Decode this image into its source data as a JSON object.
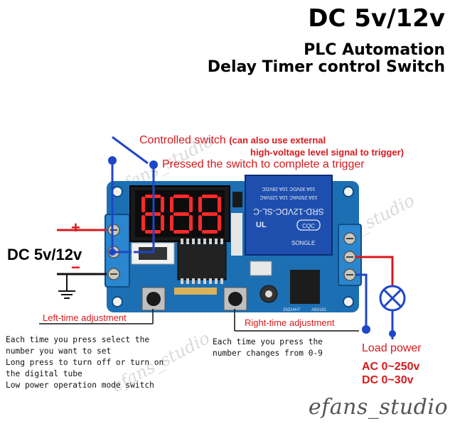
{
  "header": {
    "title": "DC 5v/12v",
    "subtitle_line1": "PLC Automation",
    "subtitle_line2": "Delay Timer control Switch"
  },
  "annotations": {
    "controlled_switch": "Controlled switch",
    "controlled_switch_note_1": "(can also use external",
    "controlled_switch_note_2": "high-voltage level signal to trigger)",
    "pressed_switch": "Pressed the switch to complete a trigger",
    "power_input": "DC 5v/12v",
    "plus": "+",
    "minus": "−",
    "left_time": "Left-time adjustment",
    "right_time": "Right-time adjustment",
    "left_desc": [
      "Each time you press select the",
      "number you want to set",
      "Long press to turn off or turn on",
      "the digital tube",
      "Low power operation mode switch"
    ],
    "right_desc": [
      "Each time you press the",
      "number changes from 0-9"
    ],
    "load_power": "Load power",
    "load_ac": "AC 0~250v",
    "load_dc": "DC 0~30v"
  },
  "board": {
    "display_digits": "888",
    "relay_model": "SRD-12VDC-SL-C",
    "relay_line1": "10A 250VAC 10A 125VAC",
    "relay_line2": "10A 30VDC 10A 28VDC",
    "relay_brand": "SONGLE",
    "chip_label_1": "29324H7",
    "chip_label_2": "AB3181"
  },
  "watermark": {
    "text": "efans_studio"
  },
  "colors": {
    "pcb": "#1d6fb3",
    "terminal": "#2a86cf",
    "relay": "#1f4fae",
    "annotation_red": "#d8191d",
    "wire_blue": "#1e46c8",
    "display_red": "#ff2a2a"
  }
}
